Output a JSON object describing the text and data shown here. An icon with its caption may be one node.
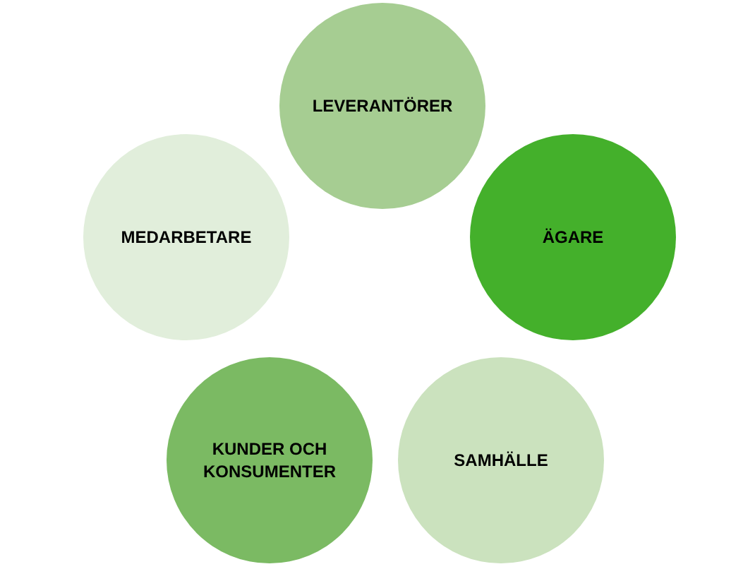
{
  "diagram": {
    "nodes": [
      {
        "text": [
          "LEVERANTÖRER"
        ]
      },
      {
        "text": [
          "MEDARBETARE"
        ]
      },
      {
        "text": [
          "ÄGARE"
        ]
      },
      {
        "text": [
          "KUNDER OCH KONSUMENTER"
        ]
      },
      {
        "text": [
          "SAMHÄLLE"
        ]
      }
    ]
  }
}
